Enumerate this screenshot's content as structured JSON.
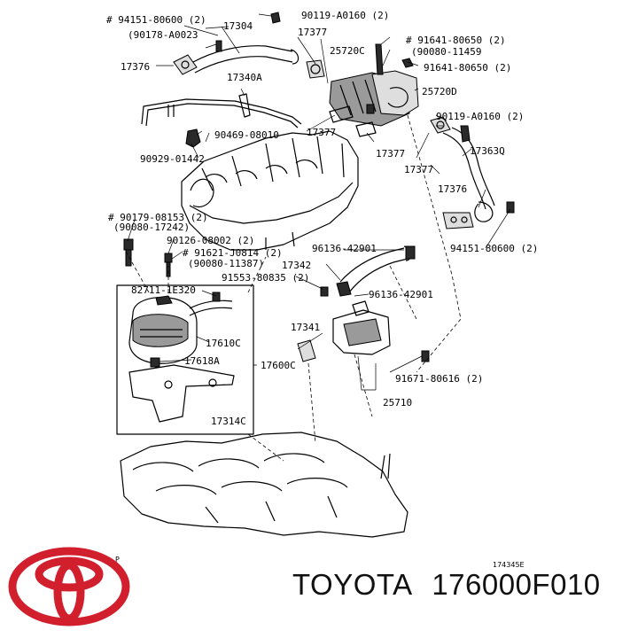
{
  "labels": {
    "l_94151_top": "# 94151-80600 (2)",
    "l_90178": "(90178-A0023",
    "l_17304": "17304",
    "l_90119_top": "90119-A0160 (2)",
    "l_17377_a": "17377",
    "l_25720c": "25720C",
    "l_91641_a": "# 91641-80650 (2)",
    "l_90080_11459": "(90080-11459",
    "l_91641_b": "91641-80650 (2)",
    "l_17376_a": "17376",
    "l_17340a": "17340A",
    "l_25720d": "25720D",
    "l_90119_b": "90119-A0160 (2)",
    "l_90469": "90469-08010",
    "l_17377_b": "17377",
    "l_17363q": "17363Q",
    "l_90929": "90929-01442",
    "l_17377_c": "17377",
    "l_17377_d": "17377",
    "l_17376_b": "17376",
    "l_90179": "# 90179-08153 (2)",
    "l_90080_17242": "(90080-17242)",
    "l_90126": "90126-08002 (2)",
    "l_96136_a": "96136-42901",
    "l_94151_b": "94151-80600 (2)",
    "l_91621": "# 91621-J0814 (2)",
    "l_90080_11387": "(90080-11387)",
    "l_17342": "17342",
    "l_91553": "91553-80835 (2)",
    "l_82711": "82711-1E320",
    "l_96136_b": "96136-42901",
    "l_17610c": "17610C",
    "l_17341": "17341",
    "l_17618a": "17618A",
    "l_17600c": "17600C",
    "l_91671": "91671-80616 (2)",
    "l_25710": "25710",
    "l_17314c": "17314C",
    "l_p": "P",
    "l_code": "174345E"
  },
  "caption": {
    "brand": "TOYOTA",
    "part_number": "176000F010"
  },
  "colors": {
    "logo": "#d11f2d",
    "line": "#000000",
    "caption": "#111111"
  },
  "icons": {
    "logo": "toyota-logo-icon"
  }
}
